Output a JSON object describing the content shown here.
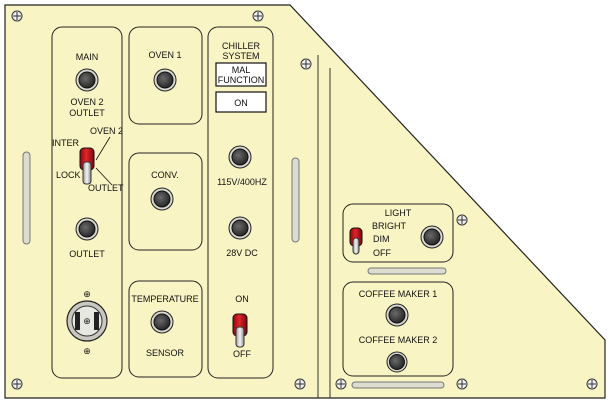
{
  "left_panel": {
    "main": {
      "title": "MAIN",
      "oven2_outlet_line1": "OVEN 2",
      "oven2_outlet_line2": "OUTLET",
      "switch_inter": "INTER",
      "switch_lock": "LOCK",
      "switch_oven2": "OVEN 2",
      "switch_outlet": "OUTLET",
      "outlet": "OUTLET",
      "socket_top_symbol": "⊕",
      "socket_center_symbol": "⊕",
      "socket_bottom_symbol": "⊕"
    },
    "oven1": {
      "title": "OVEN 1"
    },
    "conv": {
      "title": "CONV."
    },
    "temperature": {
      "title": "TEMPERATURE",
      "sensor": "SENSOR"
    },
    "chiller": {
      "title_line1": "CHILLER",
      "title_line2": "SYSTEM",
      "malfunction_line1": "MAL",
      "malfunction_line2": "FUNCTION",
      "on_annunciator": "ON",
      "power_ac": "115V/400HZ",
      "power_dc": "28V DC",
      "switch_on": "ON",
      "switch_off": "OFF"
    }
  },
  "right_panel": {
    "light": {
      "title": "LIGHT",
      "bright": "BRIGHT",
      "dim": "DIM",
      "off": "OFF"
    },
    "coffee": {
      "maker1": "COFFEE MAKER 1",
      "maker2": "COFFEE MAKER 2"
    }
  },
  "colors": {
    "panel_fill": "#f9f4c3",
    "toggle_red": "#d4141a"
  }
}
